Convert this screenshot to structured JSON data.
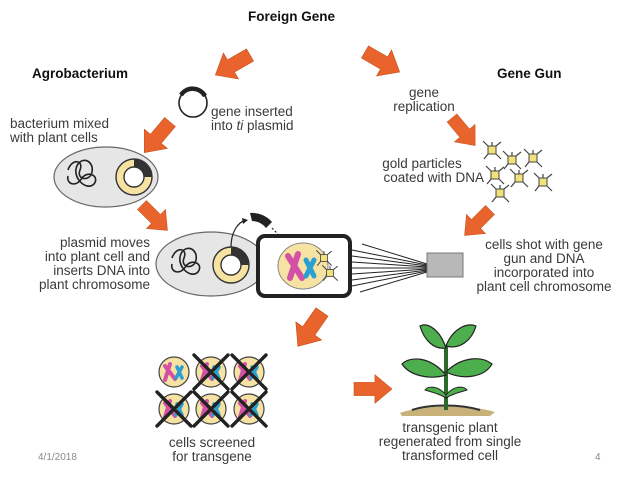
{
  "title": "Foreign Gene",
  "methods": {
    "left": "Agrobacterium",
    "right": "Gene Gun"
  },
  "steps": {
    "gene_inserted": [
      "gene inserted",
      "into ti plasmid"
    ],
    "bacterium_mixed": [
      "bacterium mixed",
      "with plant cells"
    ],
    "plasmid_moves": [
      "plasmid moves",
      "into plant cell and",
      "inserts DNA into",
      "plant chromosome"
    ],
    "gene_replication": [
      "gene",
      "replication"
    ],
    "gold_particles": [
      "gold particles",
      "coated with DNA"
    ],
    "cells_shot": [
      "cells shot with gene",
      "gun and DNA",
      "incorporated into",
      "plant cell chromosome"
    ],
    "cells_screened": [
      "cells screened",
      "for transgene"
    ],
    "transgenic_plant": [
      "transgenic plant",
      "regenerated from single",
      "transformed cell"
    ]
  },
  "footer": {
    "date": "4/1/2018",
    "page_number": "4"
  },
  "colors": {
    "arrow": "#e8642c",
    "cell_fill": "#e6e6e6",
    "nucleus_fill": "#f6e3a4",
    "chromosome_pink": "#d44fa6",
    "chromosome_blue": "#2a9fd0",
    "leaf_green": "#4cae4c"
  }
}
